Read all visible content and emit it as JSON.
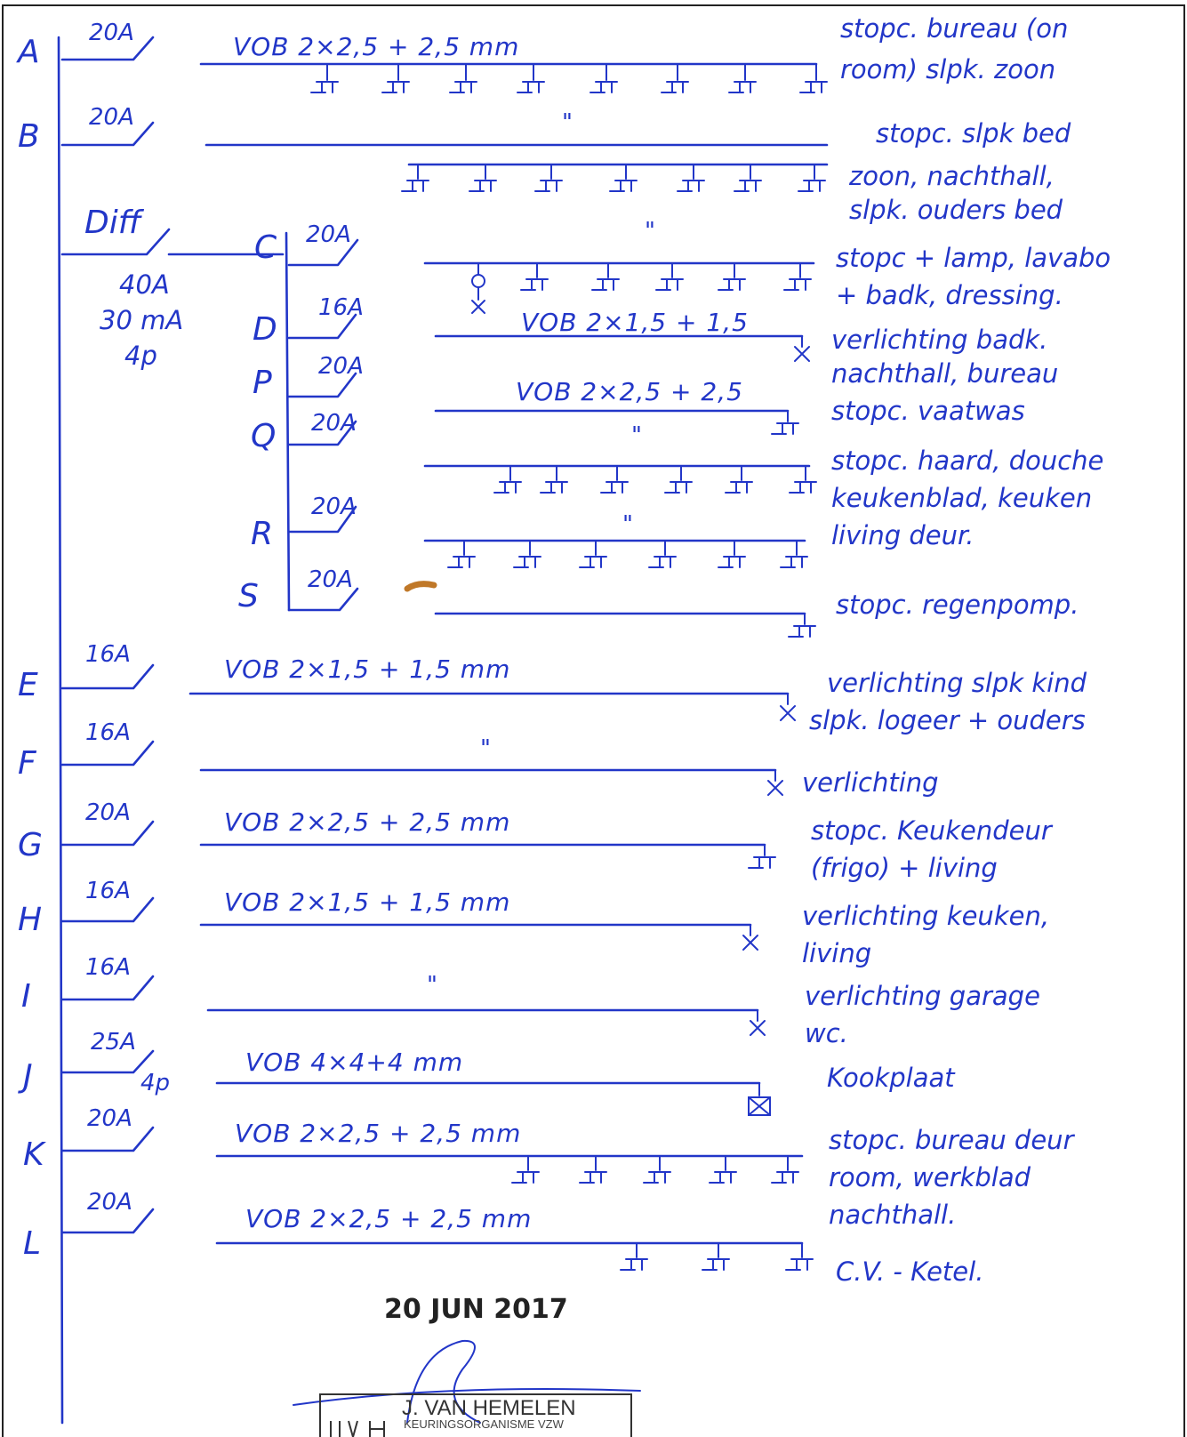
{
  "differential": {
    "label": "Diff",
    "ratings": [
      "40A",
      "30 mA",
      "4p"
    ]
  },
  "circuits": [
    {
      "id": "A",
      "rating": "20A",
      "cable": "VOB 2×2,5 + 2,5 mm",
      "desc": [
        "stopc. bureau (on",
        "room) slpk. zoon"
      ]
    },
    {
      "id": "B",
      "rating": "20A",
      "cable": "",
      "ditto": "\"",
      "desc": [
        "stopc. slpk bed",
        "zoon, nachthall,",
        "slpk. ouders bed"
      ]
    },
    {
      "id": "C",
      "rating": "20A",
      "cable": "",
      "ditto": "\"",
      "desc": [
        "stopc + lamp, lavabo",
        "+ badk, dressing."
      ]
    },
    {
      "id": "D",
      "rating": "16A",
      "cable": "VOB 2×1,5 + 1,5",
      "desc": [
        "verlichting badk.",
        "nachthall, bureau"
      ]
    },
    {
      "id": "P",
      "rating": "20A",
      "cable": "VOB 2×2,5 + 2,5",
      "desc": [
        "stopc. vaatwas"
      ]
    },
    {
      "id": "Q",
      "rating": "20A",
      "cable": "",
      "ditto": "\"",
      "desc": [
        "stopc. haard, douche",
        "keukenblad, keuken",
        "living deur."
      ]
    },
    {
      "id": "R",
      "rating": "20A",
      "cable": "",
      "ditto": "\"",
      "desc": []
    },
    {
      "id": "S",
      "rating": "20A",
      "cable": "",
      "desc": [
        "stopc. regenpomp."
      ]
    },
    {
      "id": "E",
      "rating": "16A",
      "cable": "VOB 2×1,5 + 1,5 mm",
      "desc": [
        "verlichting slpk kind",
        "slpk. logeer + ouders"
      ]
    },
    {
      "id": "F",
      "rating": "16A",
      "cable": "",
      "ditto": "\"",
      "desc": [
        "verlichting"
      ]
    },
    {
      "id": "G",
      "rating": "20A",
      "cable": "VOB 2×2,5 + 2,5 mm",
      "desc": [
        "stopc. Keukendeur",
        "(frigo) + living"
      ]
    },
    {
      "id": "H",
      "rating": "16A",
      "cable": "VOB 2×1,5 + 1,5 mm",
      "desc": [
        "verlichting keuken,",
        "living"
      ]
    },
    {
      "id": "I",
      "rating": "16A",
      "cable": "",
      "ditto": "\"",
      "desc": [
        "verlichting garage",
        "wc."
      ]
    },
    {
      "id": "J",
      "rating": "25A",
      "rating_suffix": "4p",
      "cable": "VOB 4×4+4 mm",
      "desc": [
        "Kookplaat"
      ]
    },
    {
      "id": "K",
      "rating": "20A",
      "cable": "VOB 2×2,5 + 2,5 mm",
      "desc": [
        "stopc. bureau deur",
        "room, werkblad",
        "nachthall."
      ]
    },
    {
      "id": "L",
      "rating": "20A",
      "cable": "VOB 2×2,5 + 2,5 mm",
      "desc": [
        "C.V. - Ketel."
      ]
    }
  ],
  "stamp": {
    "date": "20 JUN 2017",
    "name": "J. VAN HEMELEN",
    "org": "KEURINGSORGANISME VZW"
  },
  "colors": {
    "ink": "#2236c8",
    "frame": "#222222",
    "mark": "#c07828"
  }
}
